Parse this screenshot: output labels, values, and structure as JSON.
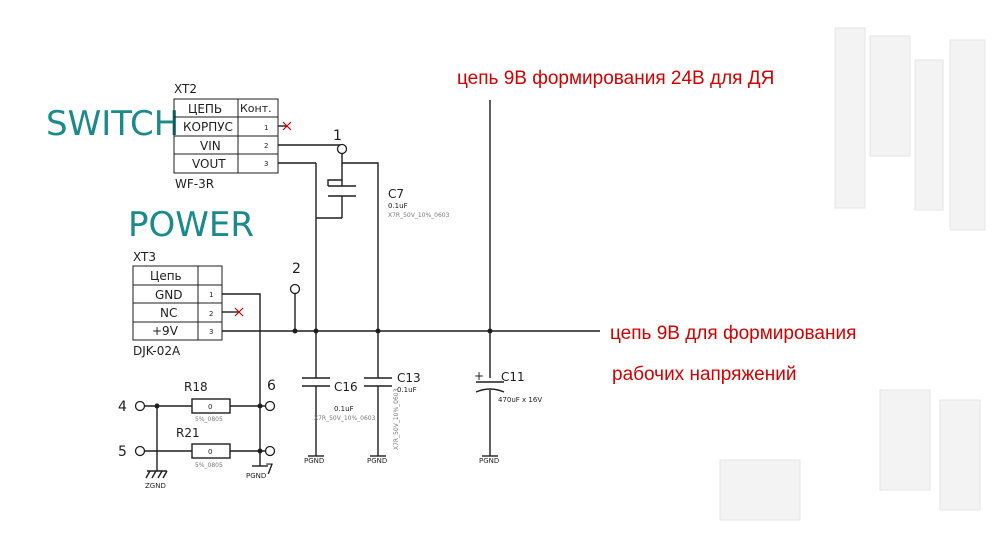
{
  "labels": {
    "switch": "SWITCH",
    "power": "POWER",
    "note_top": "цепь 9В формирования 24В для ДЯ",
    "note_mid_1": "цепь 9В для формирования",
    "note_mid_2": "рабочих напряжений"
  },
  "xt2": {
    "ref": "XT2",
    "type": "WF-3R",
    "head_net": "ЦЕПЬ",
    "head_contact": "Конт.",
    "rows": [
      {
        "net": "КОРПУС",
        "pin": "1"
      },
      {
        "net": "VIN",
        "pin": "2"
      },
      {
        "net": "VOUT",
        "pin": "3"
      }
    ]
  },
  "xt3": {
    "ref": "XT3",
    "type": "DJK-02A",
    "head_net": "Цепь",
    "rows": [
      {
        "net": "GND",
        "pin": "1"
      },
      {
        "net": "NC",
        "pin": "2"
      },
      {
        "net": "+9V",
        "pin": "3"
      }
    ]
  },
  "testpoints": {
    "tp1": "1",
    "tp2": "2",
    "tp4": "4",
    "tp5": "5",
    "tp6": "6",
    "tp7": "7"
  },
  "c7": {
    "ref": "C7",
    "value": "0.1uF",
    "spec": "X7R_50V_10%_0603"
  },
  "c16": {
    "ref": "C16",
    "value": "0.1uF",
    "spec": "X7R_50V_10%_0603"
  },
  "c13": {
    "ref": "C13",
    "value": "0.1uF",
    "spec": "X7R_50V_10%_0603"
  },
  "c11": {
    "ref": "C11",
    "value": "470uF x 16V",
    "polarity": "+"
  },
  "r18": {
    "ref": "R18",
    "value": "0",
    "spec": "5%_0805"
  },
  "r21": {
    "ref": "R21",
    "value": "0",
    "spec": "5%_0805"
  },
  "grounds": {
    "pgnd": "PGND",
    "zgnd": "ZGND"
  },
  "colors": {
    "note": "#d40000",
    "heading": "#1a8a8a",
    "wire": "#1e1e1e"
  }
}
